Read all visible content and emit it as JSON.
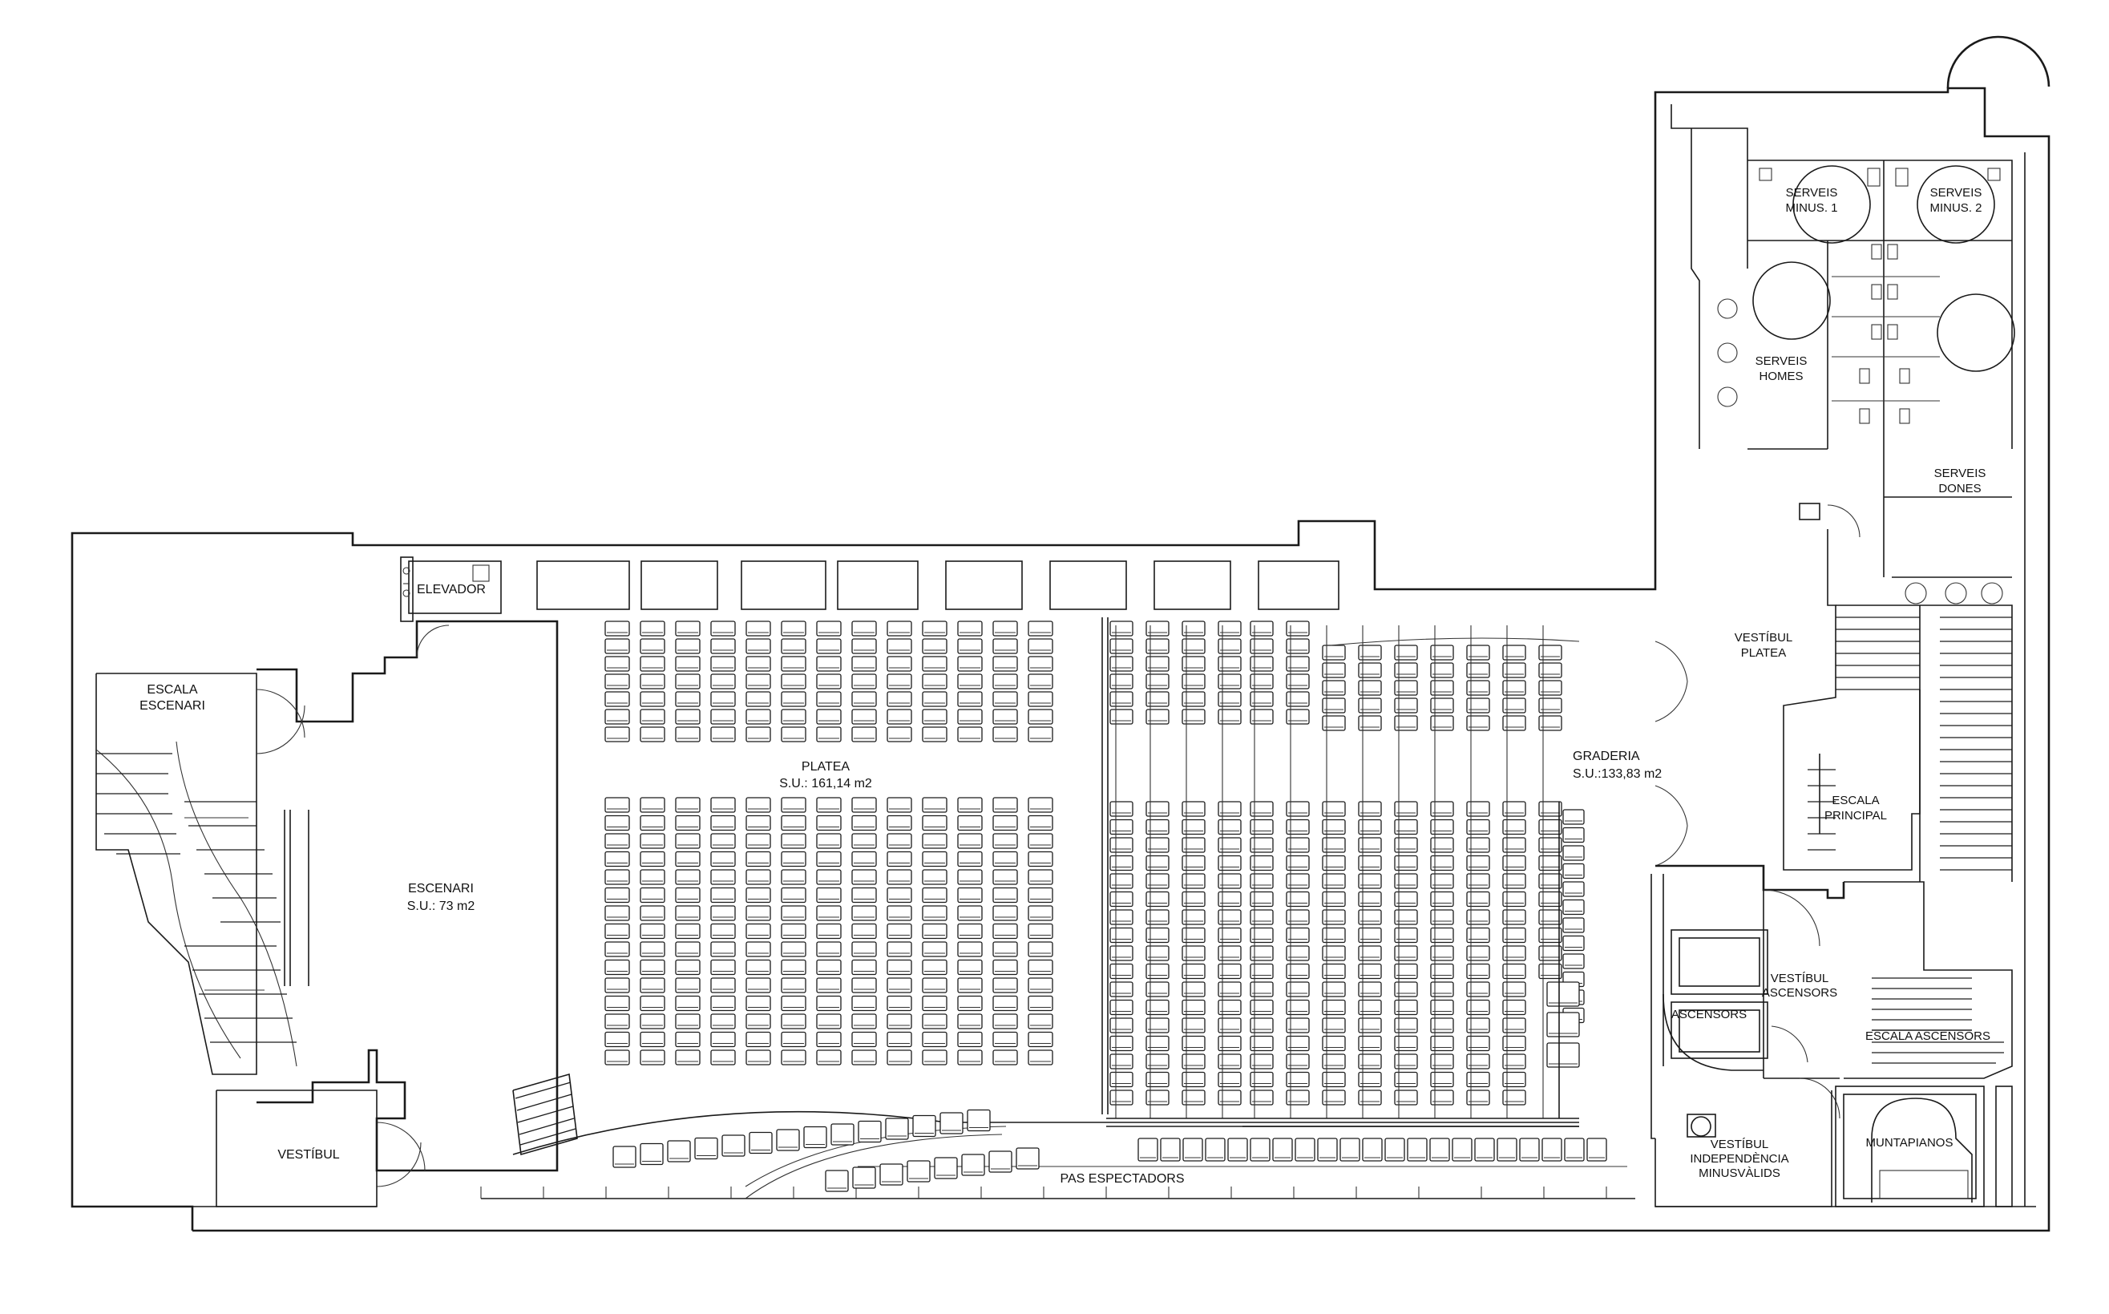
{
  "rooms": {
    "escala_escenari": [
      "ESCALA",
      "ESCENARI"
    ],
    "elevador": "ELEVADOR",
    "escenari": [
      "ESCENARI",
      "S.U.: 73  m2"
    ],
    "vestibul": "VESTÍBUL",
    "platea": [
      "PLATEA",
      "S.U.: 161,14  m2"
    ],
    "graderia": [
      "GRADERIA",
      "S.U.:133,83 m2"
    ],
    "pas_espectadors": "PAS ESPECTADORS",
    "serveis_minus_1": [
      "SERVEIS",
      "MINUS.  1"
    ],
    "serveis_minus_2": [
      "SERVEIS",
      "MINUS.  2"
    ],
    "serveis_homes": [
      "SERVEIS",
      "HOMES"
    ],
    "serveis_dones": [
      "SERVEIS",
      "DONES"
    ],
    "vestibul_platea": [
      "VESTÍBUL",
      "PLATEA"
    ],
    "escala_principal": [
      "ESCALA",
      "PRINCIPAL"
    ],
    "vestibul_ascensors": [
      "VESTÍBUL",
      "ASCENSORS"
    ],
    "ascensors": "ASCENSORS",
    "escala_ascensors": "ESCALA  ASCENSORS",
    "vestibul_independencia": [
      "VESTÍBUL",
      "INDEPENDÈNCIA",
      "MINUSVÀLIDS"
    ],
    "muntapianos": "MUNTAPIANOS"
  }
}
